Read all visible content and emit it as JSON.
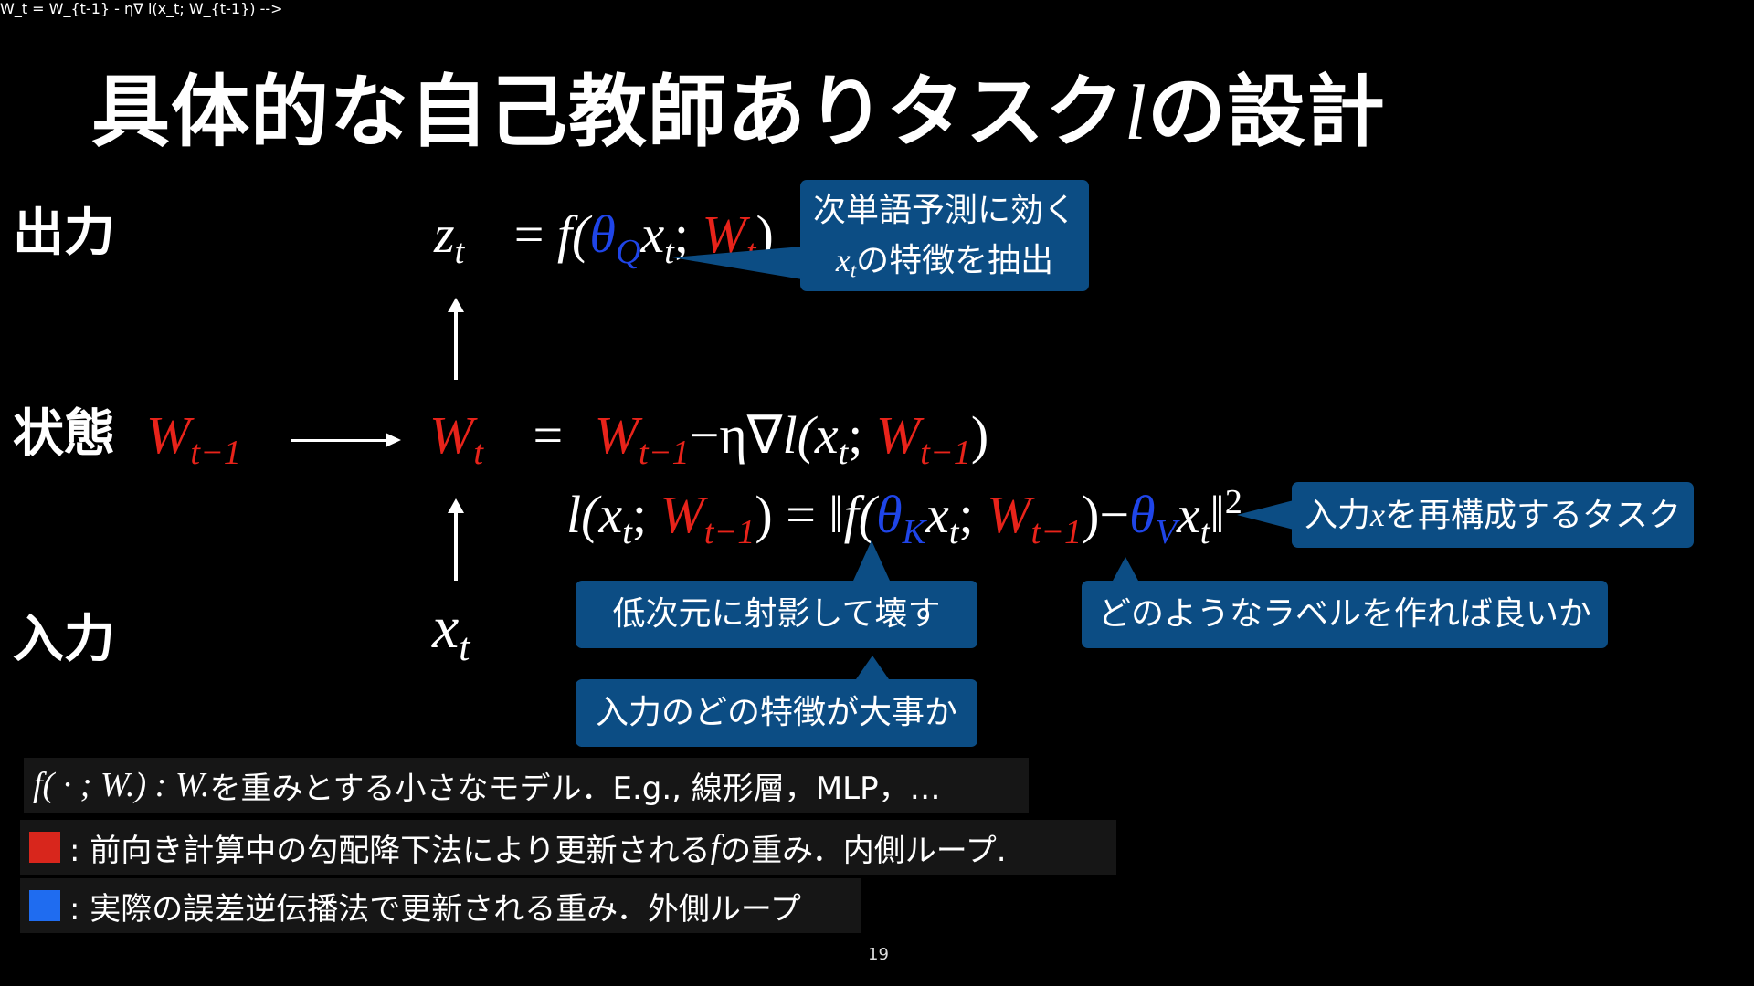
{
  "title": {
    "prefix": "具体的な自己教師ありタスク",
    "var": "l",
    "suffix": "の設計"
  },
  "labels": {
    "output": "出力",
    "state": "状態",
    "input": "入力"
  },
  "math": {
    "z": "z",
    "t": "t",
    "eq": "=",
    "f": "f(",
    "theta": "θ",
    "Q": "Q",
    "K": "K",
    "V": "V",
    "x": "x",
    "semi": ";",
    "W": "W",
    "close": ")",
    "tm1": "t−1",
    "minus_eta": "−η∇",
    "l": "l(",
    "norm_open": "‖f(",
    "norm_close": "‖",
    "sq": "2",
    "minus": "−",
    "lhs_l": "l(",
    "eq2": ") ="
  },
  "callouts": {
    "predict_line1": "次単語予測に効く",
    "predict_line2_var": "x",
    "predict_line2_sub": "t",
    "predict_line2_rest": "の特徴を抽出",
    "reconstruct_pre": "入力",
    "reconstruct_var": "x",
    "reconstruct_post": "を再構成するタスク",
    "project": "低次元に射影して壊す",
    "label": "どのようなラベルを作れば良いか",
    "feature": "入力のどの特徴が大事か"
  },
  "legend": {
    "model_math": "f( · ; W.) : W.",
    "model_text": " を重みとする小さなモデル．E.g., 線形層，MLP，…",
    "red_text_pre": ": 前向き計算中の勾配降下法により更新される",
    "red_var": " f ",
    "red_text_post": "の重み．内側ループ.",
    "blue_text": ": 実際の誤差逆伝播法で更新される重み．外側ループ"
  },
  "colors": {
    "red": "#e8231a",
    "blue": "#1f45e8",
    "callout_bg": "#0c4d84",
    "swatch_red": "#d8261c",
    "swatch_blue": "#1f6cf0"
  },
  "page_number": "19"
}
